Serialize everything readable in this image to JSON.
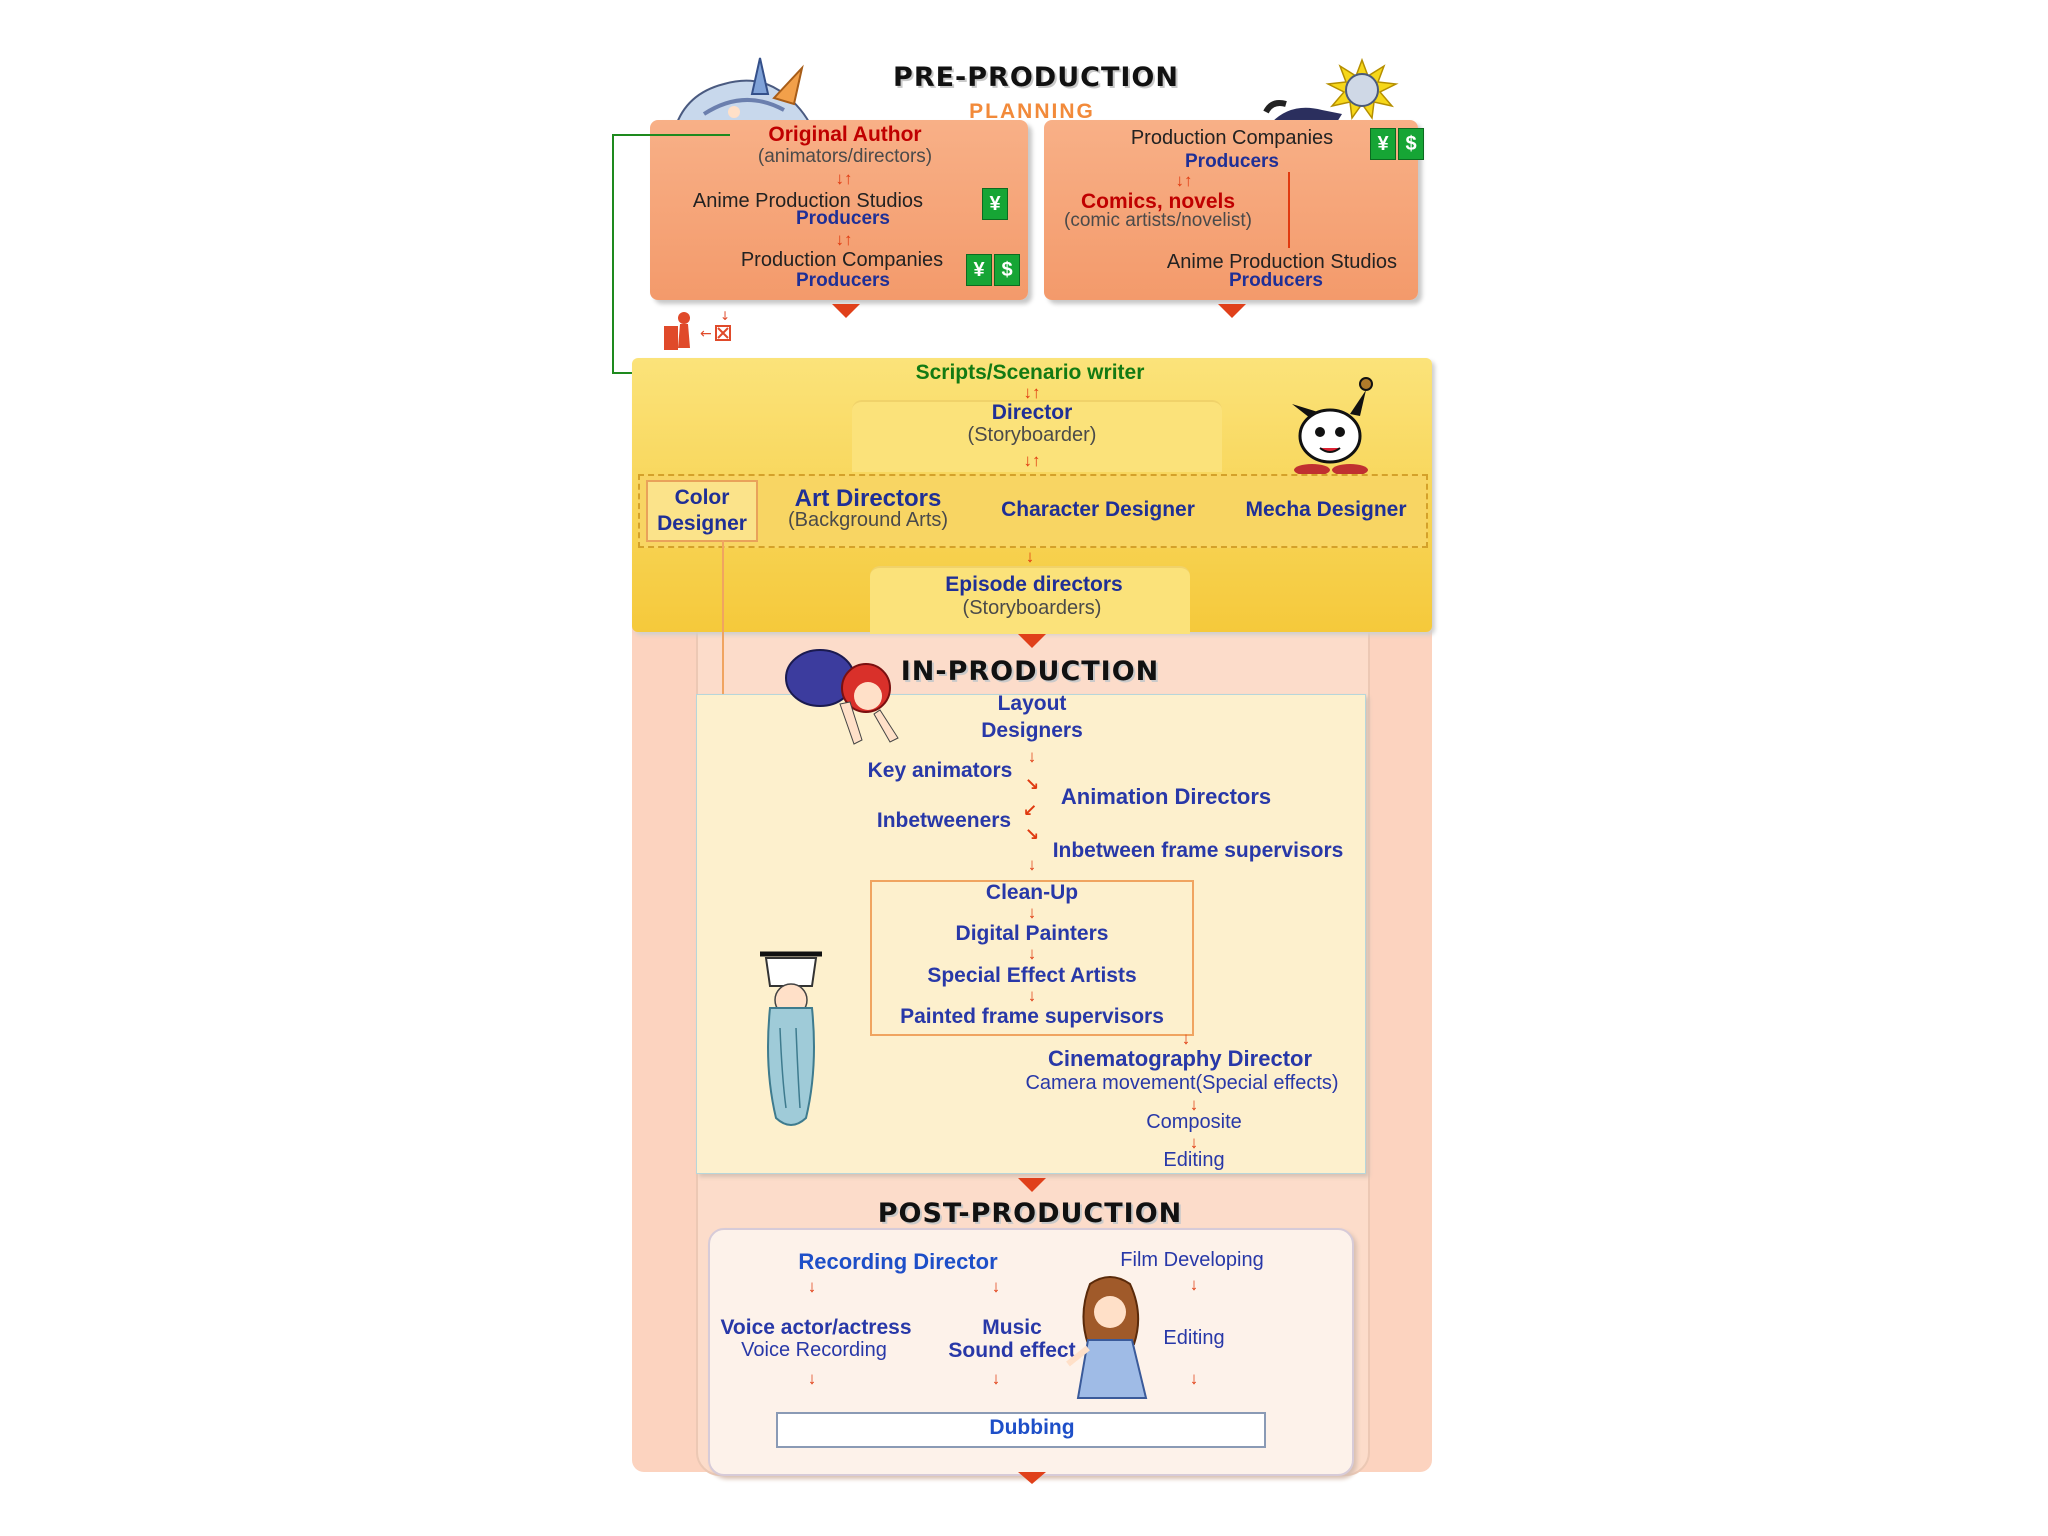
{
  "colors": {
    "pre_box": "#f6a277",
    "script_band": "#f7d448",
    "in_panel": "#fdf1cf",
    "outer_bg": "#fcd2bd",
    "post_panel": "#fdf2ea",
    "arrow": "#e03a10",
    "text_blue": "#1f2f96",
    "text_red": "#c00000",
    "text_green": "#137a13"
  },
  "pre_production": {
    "title": "PRE-PRODUCTION",
    "subtitle": "PLANNING",
    "left": {
      "original_author": "Original Author",
      "original_author_note": "(animators/directors)",
      "studios": "Anime Production Studios",
      "studios_role": "Producers",
      "companies": "Production Companies",
      "companies_role": "Producers"
    },
    "right": {
      "companies": "Production Companies",
      "companies_role": "Producers",
      "comics": "Comics, novels",
      "comics_note": "(comic artists/novelist)",
      "studios": "Anime Production Studios",
      "studios_role": "Producers"
    },
    "money_symbols": {
      "yen": "¥",
      "dollar": "$"
    }
  },
  "scripts_band": {
    "scripts": "Scripts/Scenario writer",
    "director": "Director",
    "director_note": "(Storyboarder)",
    "color_designer": "Color Designer",
    "art_directors": "Art Directors",
    "art_directors_note": "(Background Arts)",
    "character_designer": "Character Designer",
    "mecha_designer": "Mecha Designer",
    "episode_directors": "Episode  directors",
    "episode_directors_note": "(Storyboarders)"
  },
  "in_production": {
    "title": "IN-PRODUCTION",
    "layout": "Layout",
    "layout_2": "Designers",
    "key_animators": "Key animators",
    "animation_directors": "Animation Directors",
    "inbetweeners": "Inbetweeners",
    "inbetween_supervisors": "Inbetween frame supervisors",
    "cleanup": "Clean-Up",
    "digital_painters": "Digital Painters",
    "special_effect": "Special Effect Artists",
    "painted_supervisors": "Painted frame supervisors",
    "cinematography": "Cinematography Director",
    "camera_movement": "Camera movement(Special effects)",
    "composite": "Composite",
    "editing": "Editing"
  },
  "post_production": {
    "title": "POST-PRODUCTION",
    "recording_director": "Recording Director",
    "film_developing": "Film Developing",
    "voice_actor": "Voice actor/actress",
    "voice_recording": "Voice Recording",
    "music": "Music",
    "sound_effect": "Sound effect",
    "editing": "Editing",
    "dubbing": "Dubbing"
  },
  "icons": [
    "mascot-rabbit-girl-icon",
    "mascot-sunflower-boy-icon",
    "mascot-round-creature-icon",
    "mascot-red-haired-girl-icon",
    "mascot-old-sage-icon",
    "mascot-brown-haired-girl-icon",
    "trash-person-icon",
    "yen-icon",
    "dollar-icon"
  ]
}
